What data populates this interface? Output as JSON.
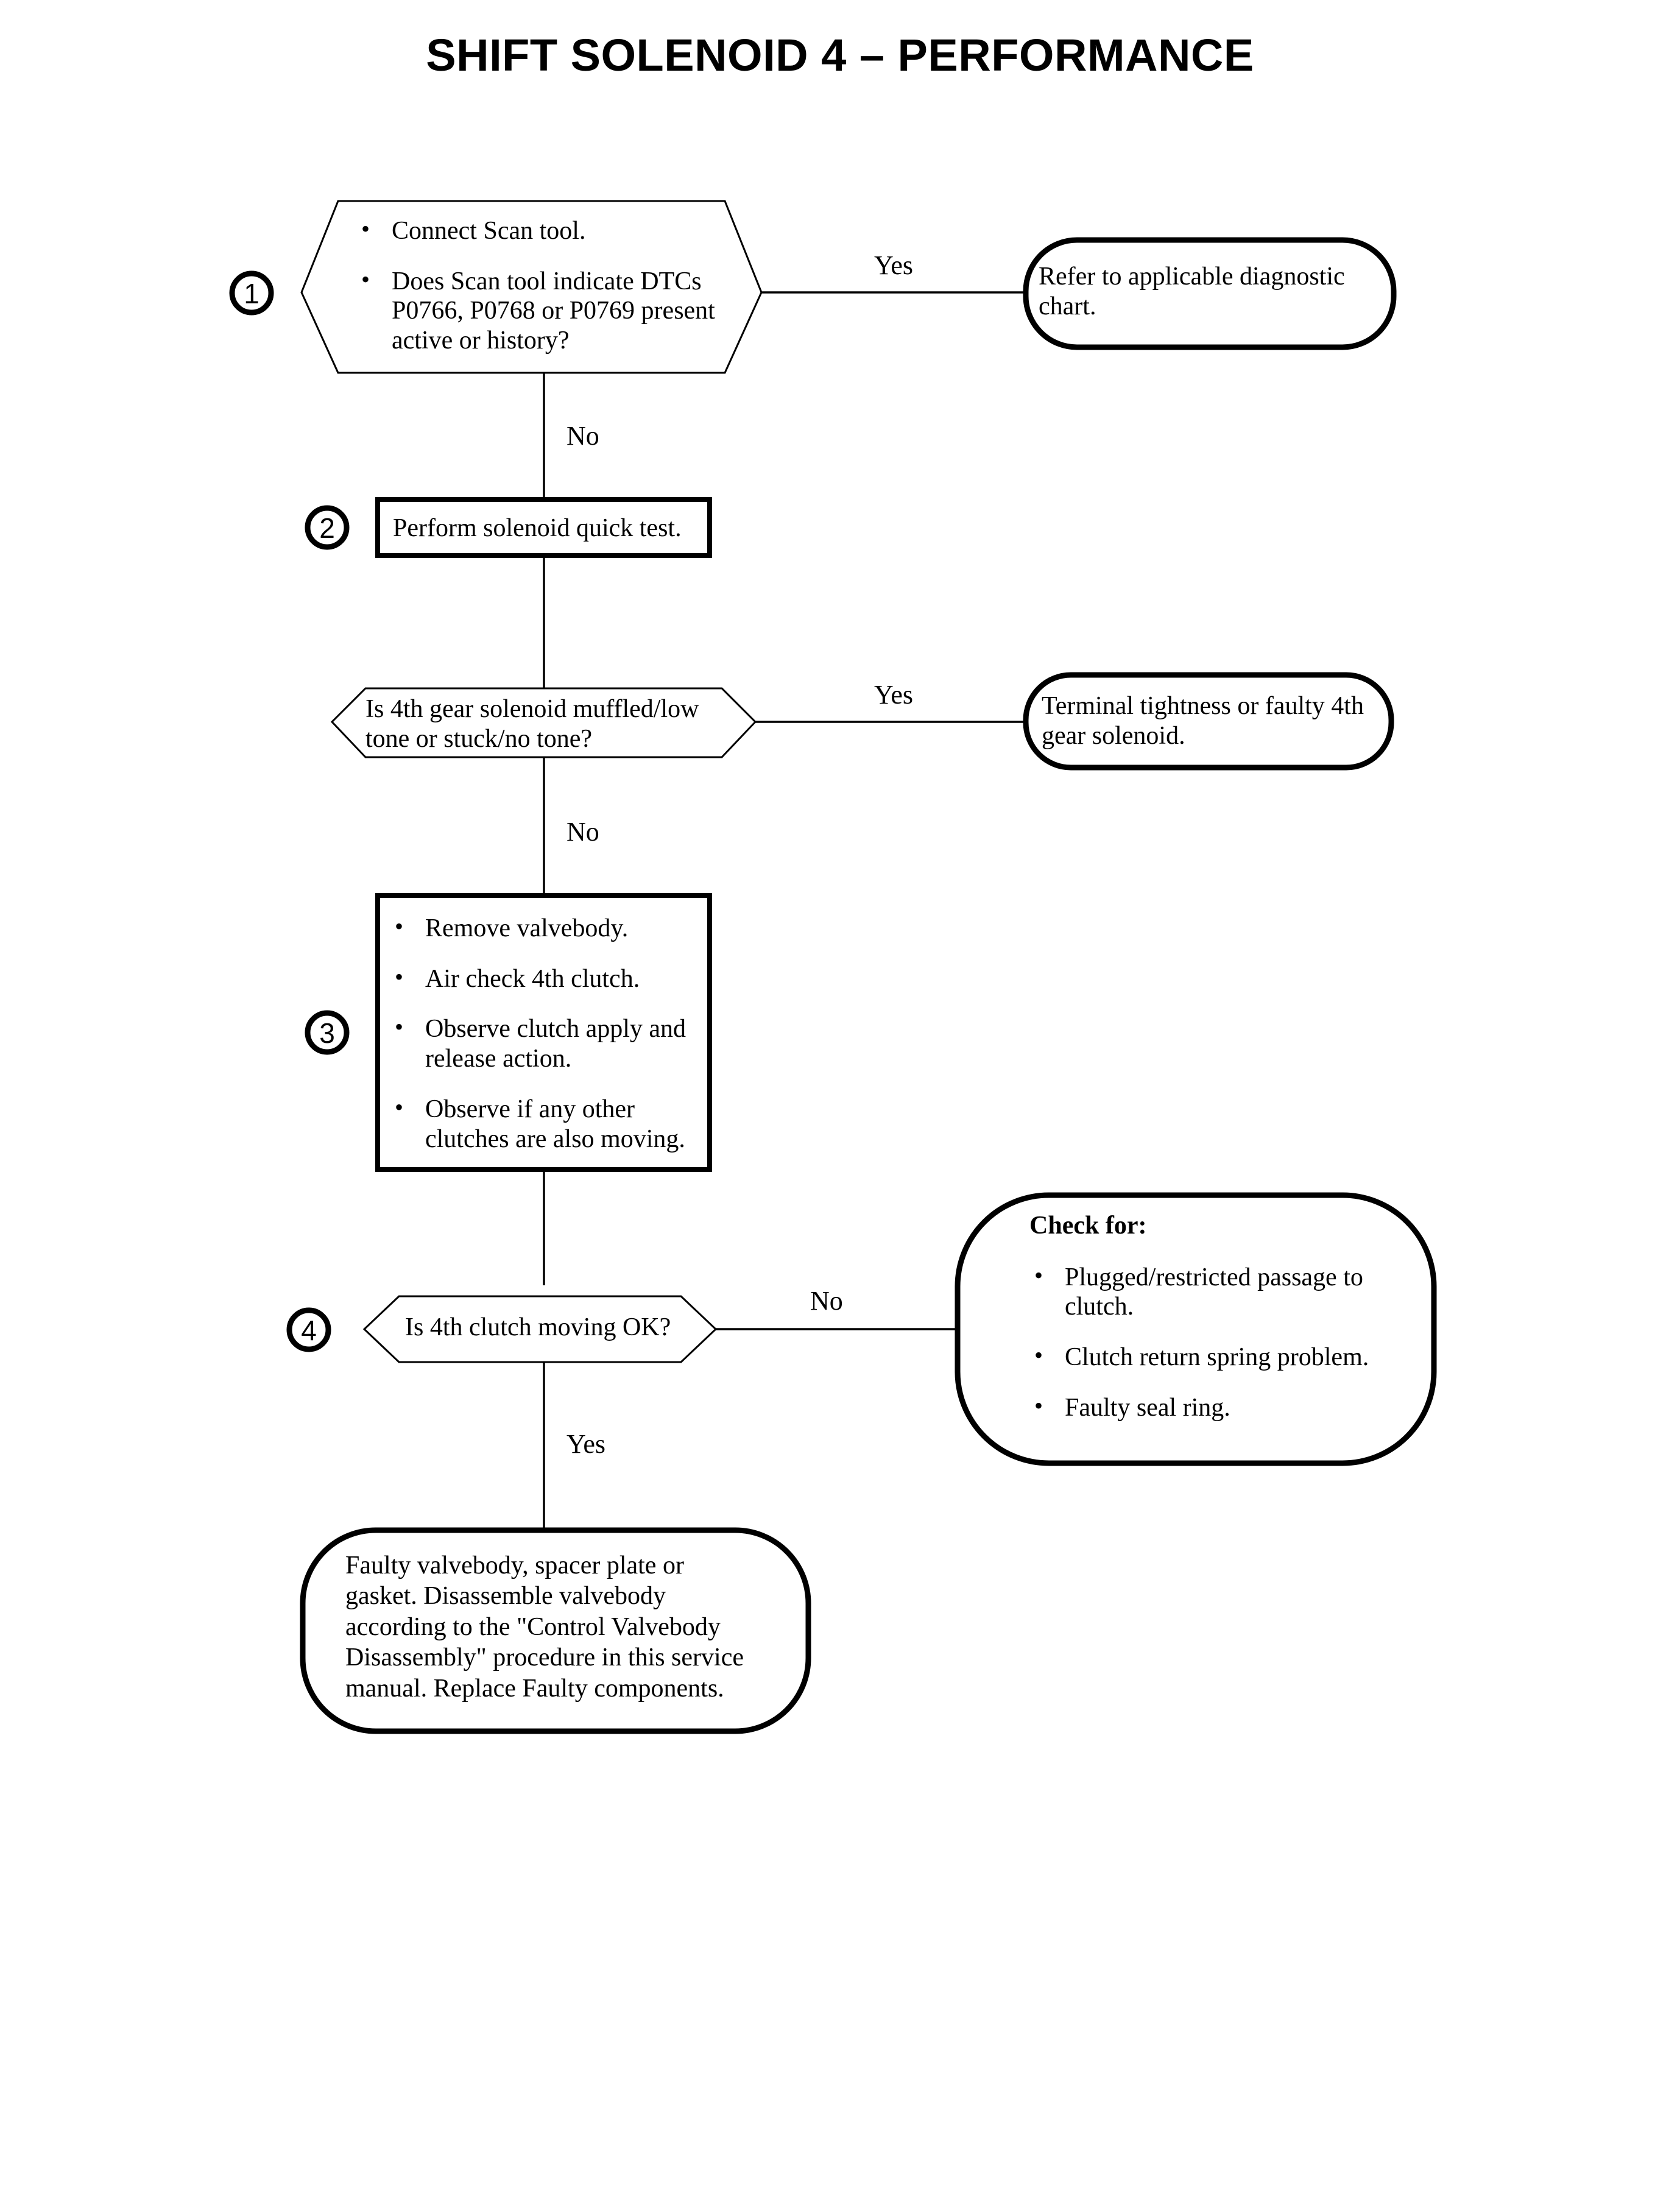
{
  "page": {
    "title": "SHIFT SOLENOID 4 – PERFORMANCE"
  },
  "chart_data": {
    "type": "diagram",
    "diagram_kind": "troubleshooting-flowchart",
    "title": "SHIFT SOLENOID 4 – PERFORMANCE",
    "nodes": [
      {
        "id": "n1",
        "step": "1",
        "shape": "hexagon",
        "kind": "decision"
      },
      {
        "id": "t1",
        "shape": "stadium",
        "kind": "terminal"
      },
      {
        "id": "n2",
        "step": "2",
        "shape": "rect",
        "kind": "process"
      },
      {
        "id": "n3",
        "shape": "hexagon",
        "kind": "decision"
      },
      {
        "id": "t2",
        "shape": "stadium",
        "kind": "terminal"
      },
      {
        "id": "n4",
        "step": "3",
        "shape": "rect",
        "kind": "process"
      },
      {
        "id": "n5",
        "step": "4",
        "shape": "hexagon",
        "kind": "decision"
      },
      {
        "id": "t3",
        "shape": "stadium",
        "kind": "terminal"
      },
      {
        "id": "t4",
        "shape": "stadium",
        "kind": "terminal"
      }
    ],
    "edges": [
      {
        "from": "n1",
        "to": "t1",
        "label": "Yes"
      },
      {
        "from": "n1",
        "to": "n2",
        "label": "No"
      },
      {
        "from": "n2",
        "to": "n3",
        "label": ""
      },
      {
        "from": "n3",
        "to": "t2",
        "label": "Yes"
      },
      {
        "from": "n3",
        "to": "n4",
        "label": "No"
      },
      {
        "from": "n4",
        "to": "n5",
        "label": ""
      },
      {
        "from": "n5",
        "to": "t3",
        "label": "No"
      },
      {
        "from": "n5",
        "to": "t4",
        "label": "Yes"
      }
    ]
  },
  "steps": {
    "one": "1",
    "two": "2",
    "three": "3",
    "four": "4"
  },
  "node1": {
    "bullet1": "Connect Scan tool.",
    "bullet2": "Does Scan tool indicate DTCs P0766, P0768 or P0769 present active or history?"
  },
  "terminal1": {
    "text": "Refer to applicable diagnostic chart."
  },
  "node2": {
    "text": "Perform solenoid quick test."
  },
  "node3": {
    "text": "Is 4th gear solenoid muffled/low tone or stuck/no tone?"
  },
  "terminal2": {
    "text": "Terminal tightness or faulty 4th gear solenoid."
  },
  "node4": {
    "bullet1": "Remove valvebody.",
    "bullet2": "Air check 4th clutch.",
    "bullet3": "Observe clutch apply and release action.",
    "bullet4": "Observe if any other clutches are also moving."
  },
  "node5": {
    "text": "Is 4th clutch moving OK?"
  },
  "terminal3": {
    "heading": "Check for:",
    "bullet1": "Plugged/restricted passage to clutch.",
    "bullet2": "Clutch return spring problem.",
    "bullet3": "Faulty seal ring."
  },
  "terminal4": {
    "text": "Faulty valvebody, spacer plate or gasket.  Disassemble valvebody according to the \"Control Valvebody Disassembly\" procedure in this service manual.  Replace Faulty components."
  },
  "labels": {
    "yes1": "Yes",
    "no1": "No",
    "yes2": "Yes",
    "no2": "No",
    "no3": "No",
    "yes3": "Yes"
  },
  "colors": {
    "ink": "#000000",
    "paper": "#ffffff"
  }
}
